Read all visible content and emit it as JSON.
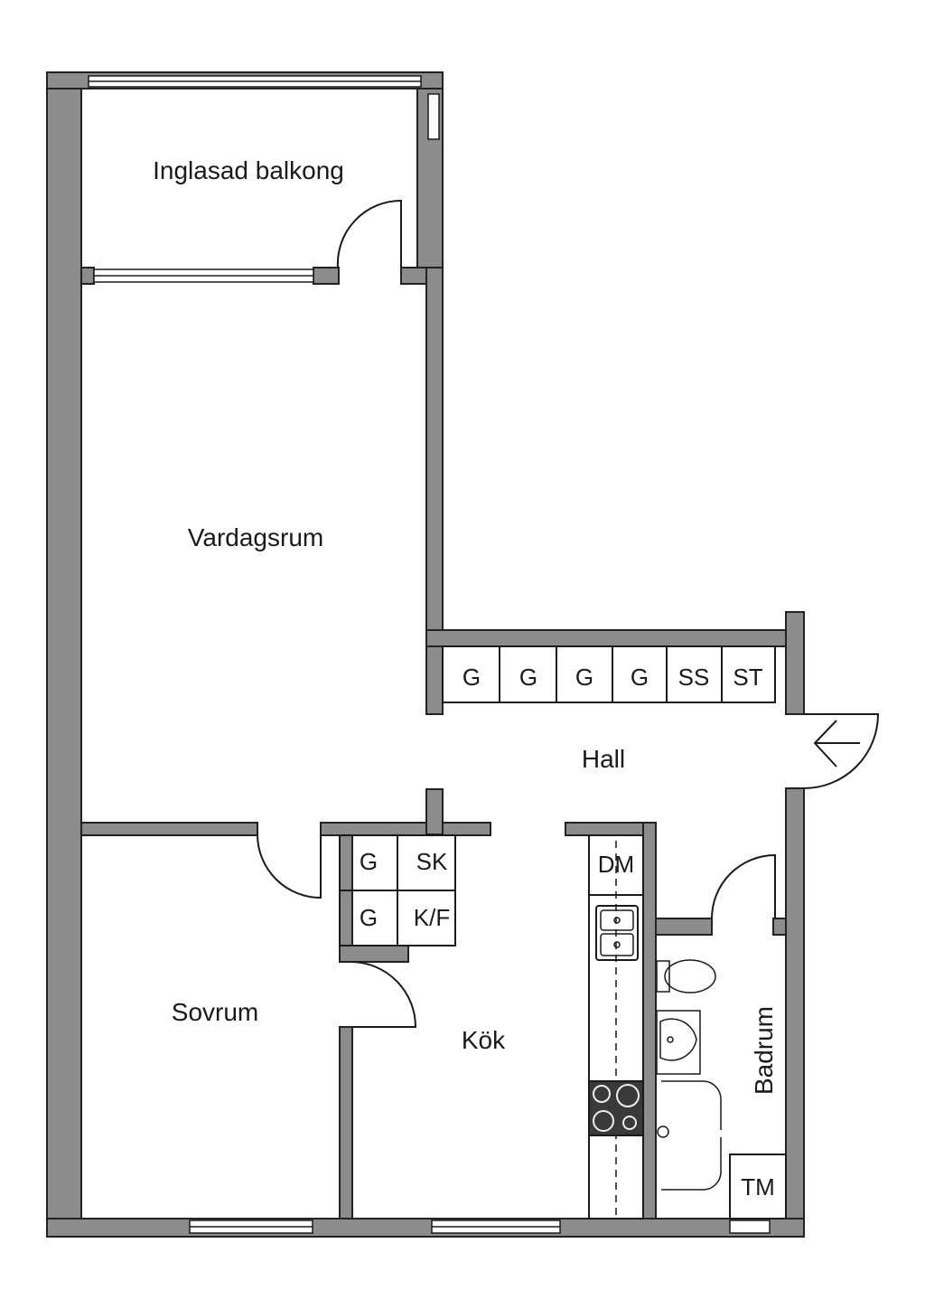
{
  "rooms": {
    "balcony": "Inglasad balkong",
    "living": "Vardagsrum",
    "hall": "Hall",
    "bedroom": "Sovrum",
    "kitchen": "Kök",
    "bathroom": "Badrum"
  },
  "hall_cabinets": [
    "G",
    "G",
    "G",
    "G",
    "SS",
    "ST"
  ],
  "kitchen_cabinets": {
    "g_top": "G",
    "sk": "SK",
    "g_bottom": "G",
    "kf": "K/F"
  },
  "appliances": {
    "dishwasher": "DM",
    "dryer": "TM"
  },
  "colors": {
    "wall": "#8c8c8c",
    "outline": "#1a1a1a",
    "stove": "#3a3a3a"
  }
}
